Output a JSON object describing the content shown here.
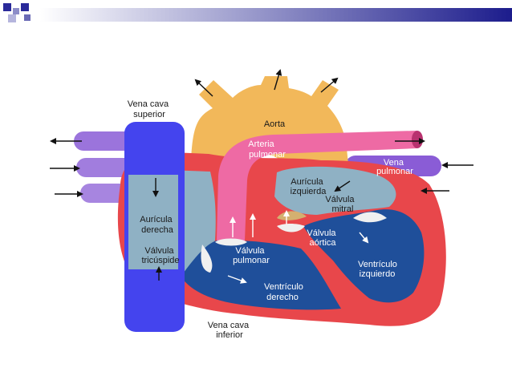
{
  "header": {
    "gradient_start": "#ffffff",
    "gradient_end": "#1c1c8c",
    "square_color": "#2a2a9a"
  },
  "diagram": {
    "colors": {
      "oxygen_poor": "#1f4f9a",
      "oxygen_rich": "#e8474b",
      "vena_cava": "#4444ee",
      "aorta": "#f2b85a",
      "pulmonary_artery": "#ee6aa4",
      "pulmonary_veins": "#8a5cd6",
      "atrium_right": "#8fb1c4",
      "valve": "#f0f0f0"
    },
    "labels": {
      "vena_cava_superior": [
        "Vena cava",
        "superior"
      ],
      "aorta": "Aorta",
      "arteria_pulmonar": [
        "Arteria",
        "pulmonar"
      ],
      "vena_pulmonar": [
        "Vena",
        "pulmonar"
      ],
      "auricula_izquierda": [
        "Aurícula",
        "izquierda"
      ],
      "valvula_mitral": [
        "Válvula",
        "mitral"
      ],
      "auricula_derecha": [
        "Aurícula",
        "derecha"
      ],
      "valvula_aortica": [
        "Válvula",
        "aórtica"
      ],
      "valvula_tricuspide": [
        "Válvula",
        "tricúspide"
      ],
      "valvula_pulmonar": [
        "Válvula",
        "pulmonar"
      ],
      "ventriculo_izquierdo": [
        "Ventrículo",
        "izquierdo"
      ],
      "ventriculo_derecho": [
        "Ventrículo",
        "derecho"
      ],
      "vena_cava_inferior": [
        "Vena cava",
        "inferior"
      ]
    }
  }
}
